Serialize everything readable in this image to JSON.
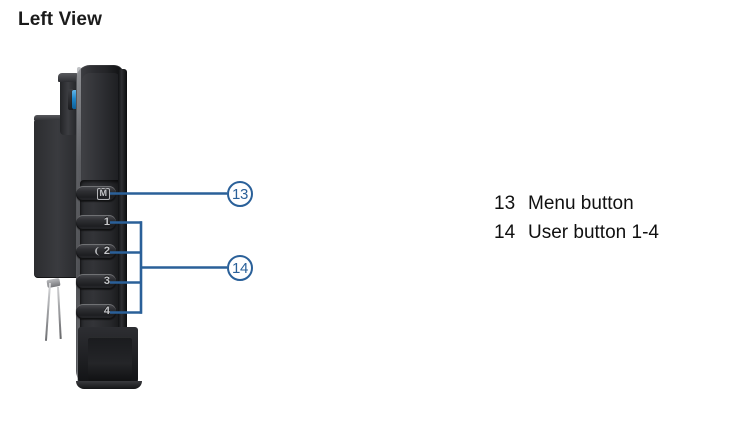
{
  "page": {
    "title": "Left View",
    "background_color": "#ffffff"
  },
  "colors": {
    "callout_blue": "#2a6099",
    "text_black": "#101010",
    "device_dark": "#2b2c30",
    "port_blue": "#1f86c9"
  },
  "device": {
    "name": "camera-left-side-view",
    "buttons": [
      {
        "id": "menu",
        "label": "M",
        "style": "boxed",
        "glyph": ""
      },
      {
        "id": "user1",
        "label": "1",
        "style": "plain",
        "glyph": ""
      },
      {
        "id": "user2",
        "label": "2",
        "style": "plain",
        "glyph": "❨"
      },
      {
        "id": "user3",
        "label": "3",
        "style": "plain",
        "glyph": ""
      },
      {
        "id": "user4",
        "label": "4",
        "style": "plain",
        "glyph": ""
      }
    ]
  },
  "callouts": [
    {
      "number": "13",
      "target": "menu-button"
    },
    {
      "number": "14",
      "target": "user-buttons-1-4"
    }
  ],
  "legend": {
    "items": [
      {
        "number": "13",
        "text": "Menu button"
      },
      {
        "number": "14",
        "text": "User button 1-4"
      }
    ]
  }
}
